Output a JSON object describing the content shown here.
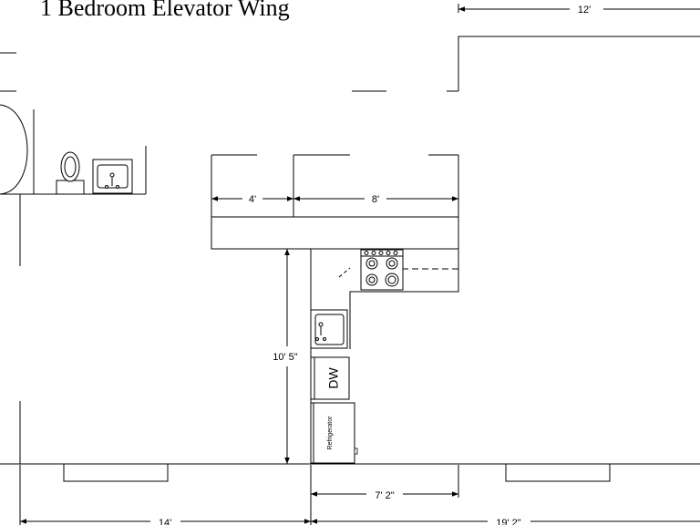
{
  "title": "1 Bedroom Elevator Wing",
  "dimensions": {
    "top_width": "12'",
    "upper_left": "4'",
    "upper_right": "8'",
    "vertical": "10' 5\"",
    "kitchen_width": "7' 2\"",
    "bottom_left": "14'",
    "bottom_right": "19' 2\""
  },
  "appliances": {
    "dishwasher": "DW",
    "refrigerator": "Refrigerator"
  }
}
